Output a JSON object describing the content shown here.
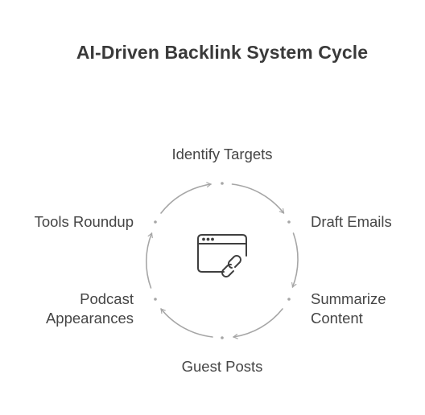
{
  "title": "AI-Driven Backlink System Cycle",
  "steps": [
    {
      "label": "Identify Targets"
    },
    {
      "label": "Draft Emails"
    },
    {
      "label": "Summarize\nContent"
    },
    {
      "label": "Guest Posts"
    },
    {
      "label": "Podcast\nAppearances"
    },
    {
      "label": "Tools Roundup"
    }
  ],
  "colors": {
    "arrow": "#a6a6a6",
    "text": "#454545",
    "icon": "#3f3f3f"
  },
  "center_icon": "browser-window-link-icon"
}
